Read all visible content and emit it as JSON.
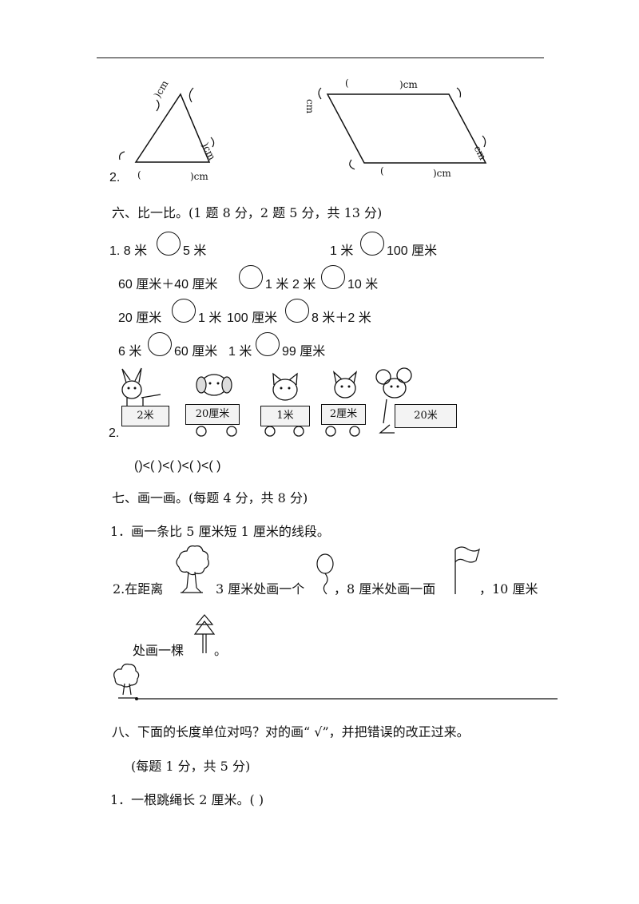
{
  "shapes": {
    "q_number": "2.",
    "unit_label": "cm",
    "left_paren": "(",
    "right_paren": ")",
    "triangle_bottom_label": ")cm",
    "para_top_label": ")cm",
    "para_bottom_label": ")cm"
  },
  "section6": {
    "title": "六、比一比。(1 题 8 分，2 题 5 分，共 13 分)",
    "q1": {
      "row1": {
        "a_left": "1. 8 米",
        "a_right": "5 米",
        "b_left": "1 米",
        "b_right": "100 厘米"
      },
      "row2": {
        "a_left": "60 厘米＋40 厘米",
        "a_right": "1 米",
        "b_left": "2 米",
        "b_right": "10 米"
      },
      "row3": {
        "a_left": "20 厘米",
        "a_right": "1 米",
        "b_left": "100 厘米",
        "b_right": "8 米＋2 米"
      },
      "row4": {
        "a_left": "6 米",
        "a_right": "60 厘米",
        "b_left": "1 米",
        "b_right": "99 厘米"
      }
    },
    "q2": {
      "number": "2.",
      "cards": [
        "2米",
        "20厘米",
        "1米",
        "2厘米",
        "20米"
      ],
      "order_line": "()<(   )<(   )<(   )<(   )"
    }
  },
  "section7": {
    "title": "七、画一画。(每题 4 分，共 8 分)",
    "q1": "1．画一条比 5 厘米短 1 厘米的线段。",
    "q2_part1": "2.在距离",
    "q2_part2": "3 厘米处画一个",
    "q2_part3": "，8 厘米处画一面",
    "q2_part4": "，10 厘米",
    "q2_part5": "处画一棵",
    "q2_part6": "。"
  },
  "section8": {
    "title": "八、下面的长度单位对吗？对的画“ √”，并把错误的改正过来。",
    "subtitle": "(每题 1 分，共 5 分)",
    "q1": "1．一根跳绳长 2 厘米。(     )"
  }
}
